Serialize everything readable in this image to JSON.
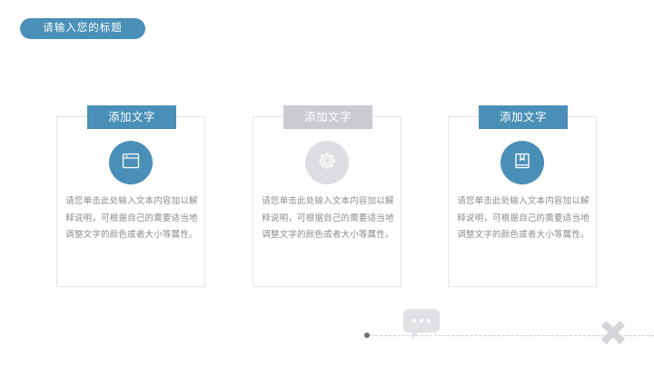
{
  "slide": {
    "background_color": "#ffffff",
    "accent_blue": "#4a8fb7",
    "accent_grey": "#c9cbcf",
    "body_text_color": "#8a8c90"
  },
  "title": {
    "text": "请输入您的标题"
  },
  "cards": [
    {
      "header": "添加文字",
      "header_style": "blue",
      "icon": "window-icon",
      "icon_style": "blue",
      "body": "请您单击此处输入文本内容加以解释说明，可根据自己的需要适当地调整文字的颜色或者大小等属性。"
    },
    {
      "header": "添加文字",
      "header_style": "grey",
      "icon": "gear-icon",
      "icon_style": "grey",
      "body": "请您单击此处输入文本内容加以解释说明，可根据自己的需要适当地调整文字的颜色或者大小等属性。"
    },
    {
      "header": "添加文字",
      "header_style": "blue",
      "icon": "book-icon",
      "icon_style": "blue",
      "body": "请您单击此处输入文本内容加以解释说明，可根据自己的需要适当地调整文字的颜色或者大小等属性。"
    }
  ],
  "decoration": {
    "dotted_line_color": "#c9cacd",
    "line_dot_color": "#6e7074",
    "speech_bubble": {
      "icon": "speech-bubble-icon",
      "dots": 3,
      "color": "#e0e1e4"
    },
    "cross": {
      "icon": "cross-icon",
      "color": "#d4d5d9"
    }
  }
}
